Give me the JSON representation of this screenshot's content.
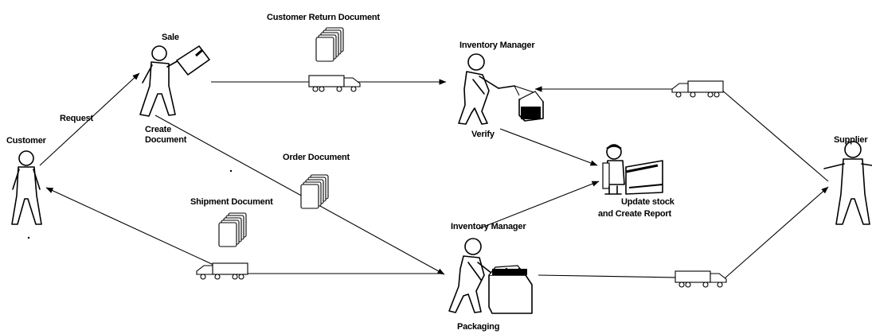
{
  "actors": {
    "customer": "Customer",
    "sale": "Sale",
    "inventory_manager_top": "Inventory Manager",
    "inventory_manager_bottom": "Inventory Manager",
    "supplier": "Supplier"
  },
  "documents": {
    "customer_return": "Customer Return Document",
    "order": "Order Document",
    "shipment": "Shipment Document"
  },
  "actions": {
    "request": "Request",
    "create_document_line1": "Create",
    "create_document_line2": "Document",
    "verify": "Verify",
    "update_line1": "Update stock",
    "update_line2": "and Create Report",
    "packaging": "Packaging"
  }
}
